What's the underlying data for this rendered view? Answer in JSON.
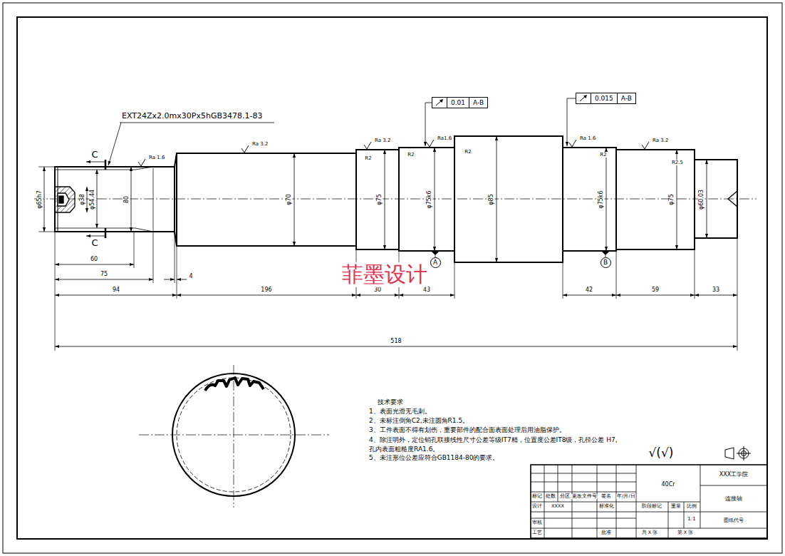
{
  "diagram": {
    "nodes": [
      {
        "text": [
          "0.01",
          "A-B"
        ]
      },
      {
        "text": [
          "0.015",
          "A-B"
        ]
      },
      {
        "text": [
          "A"
        ]
      },
      {
        "text": [
          "B"
        ]
      }
    ],
    "labels": [
      "EXT24Zx2.0mx30Px5hGB3478.1-83",
      "C",
      "C",
      "Ra 1.6",
      "Ra 3.2",
      "Ra 3.2",
      "Ra1.6",
      "Ra 1.6",
      "Ra 3.2",
      "R2",
      "R2",
      "R2",
      "R2",
      "R2.5",
      "φ65h7",
      "φ38",
      "φ54.44",
      "80",
      "φ70",
      "φ75",
      "φ75k6",
      "φ85",
      "φ75k6",
      "φ75",
      "φ60.03",
      "60",
      "75",
      "4",
      "94",
      "196",
      "30",
      "43",
      "42",
      "59",
      "33",
      "518",
      "菲墨设计",
      "技术要求",
      "1、表面光滑无毛刺。",
      "2、未标注倒角C2,未注圆角R1.5。",
      "3、工件表面不得有划伤，重要部件的配合面表面处理后用油脂保护。",
      "4、除注明外，定位销孔联接线性尺寸公差等级IT7精，位置度公差IT8级，孔径公差 H7,孔内表面粗糙度RA1.6。",
      "5、未注形位公差应符合GB1184-80的要求。",
      "√(√)",
      "标记",
      "处数",
      "分区",
      "更改文件号",
      "签名",
      "年/月/日",
      "设计",
      "XXXX",
      "标准化",
      "审核",
      "工艺",
      "批准",
      "40Cr",
      "阶段标记",
      "重量",
      "比例",
      "1:1",
      "共 X 张",
      "第 X 张",
      "XXX工学院",
      "连接轴",
      "图纸代号"
    ]
  }
}
